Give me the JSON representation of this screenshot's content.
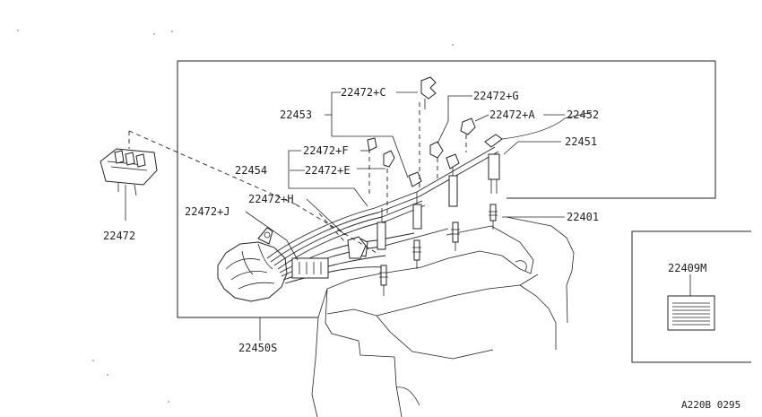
{
  "diagram": {
    "labels": {
      "p22472C": "22472+C",
      "p22472G": "22472+G",
      "p22453": "22453",
      "p22472A": "22472+A",
      "p22452": "22452",
      "p22451": "22451",
      "p22472F": "22472+F",
      "p22454": "22454",
      "p22472E": "22472+E",
      "p22472H": "22472+H",
      "p22472J": "22472+J",
      "p22401": "22401",
      "p22472": "22472",
      "p22409M": "22409M",
      "p22450S": "22450S"
    },
    "reference": "A220B 0295"
  }
}
